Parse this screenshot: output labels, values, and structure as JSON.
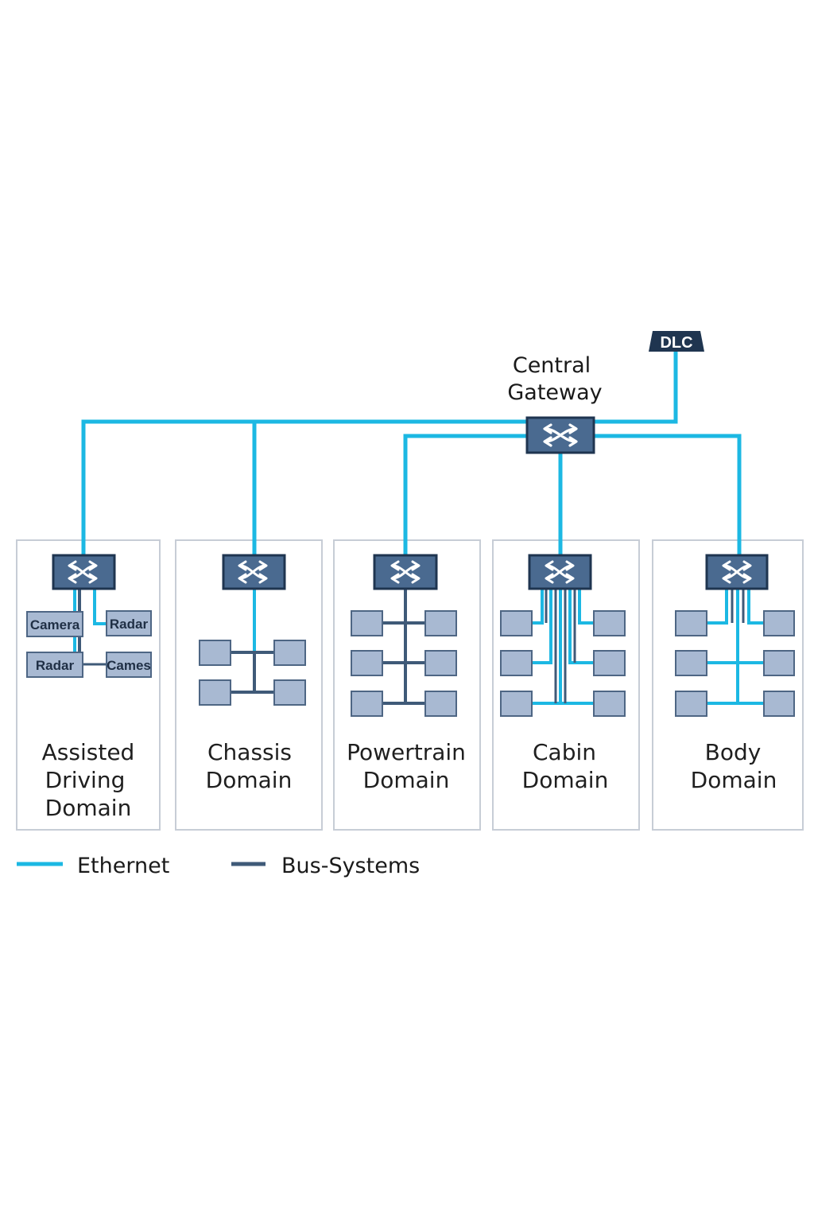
{
  "colors": {
    "ethernet": "#1cb8e3",
    "bus": "#3f5a78",
    "switch_fill": "#4a6a90",
    "switch_stroke": "#1f3550",
    "ecu_fill": "#a8b9d2",
    "ecu_stroke": "#4e6684",
    "panel_stroke": "#c7cdd6",
    "dlc_fill": "#1f3550"
  },
  "icons": {
    "switch": "switch-crossed-arrows-icon"
  },
  "dlc": {
    "label": "DLC"
  },
  "gateway": {
    "line1": "Central",
    "line2": "Gateway"
  },
  "domains": [
    {
      "id": "assisted-driving",
      "lines": [
        "Assisted",
        "Driving",
        "Domain"
      ]
    },
    {
      "id": "chassis",
      "lines": [
        "Chassis",
        "Domain"
      ]
    },
    {
      "id": "powertrain",
      "lines": [
        "Powertrain",
        "Domain"
      ]
    },
    {
      "id": "cabin",
      "lines": [
        "Cabin",
        "Domain"
      ]
    },
    {
      "id": "body",
      "lines": [
        "Body",
        "Domain"
      ]
    }
  ],
  "assisted_driving_ecus": [
    "Camera",
    "Radar",
    "Radar",
    "Cames"
  ],
  "legend": {
    "ethernet": "Ethernet",
    "bus": "Bus-Systems"
  }
}
